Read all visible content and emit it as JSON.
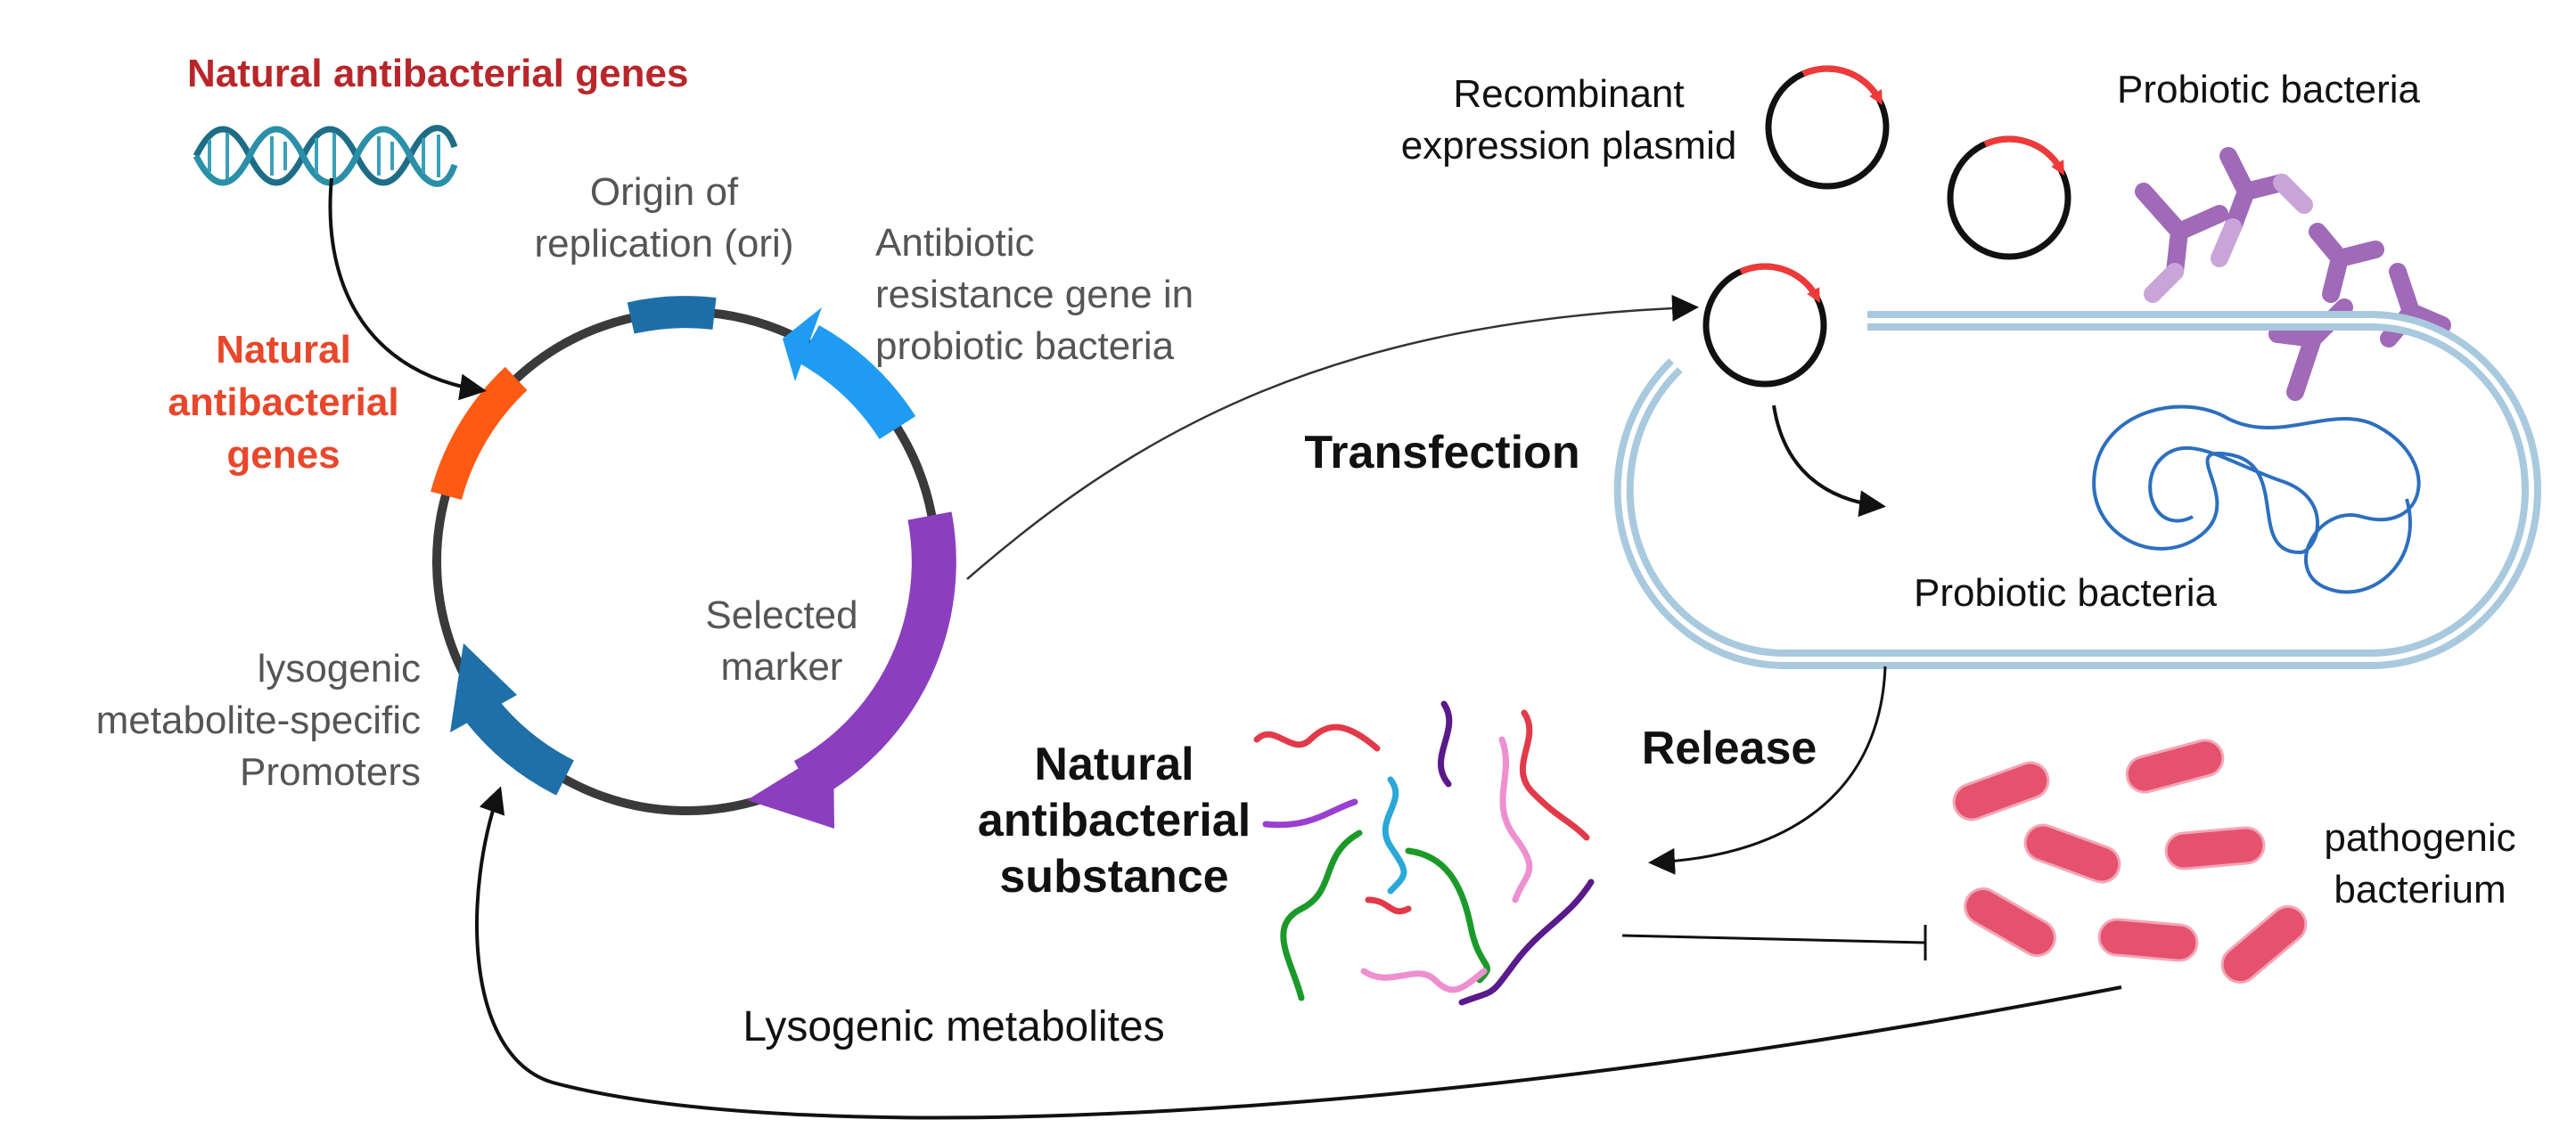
{
  "colors": {
    "dark_red_title": "#b8262a",
    "orange_gene": "#ff5a14",
    "ori_blue": "#1e6fa8",
    "resistance_blue": "#1f9bf2",
    "marker_purple": "#8b3fbf",
    "promoter_blue": "#1f6fa8",
    "plasmid_insert_red": "#f03a3a",
    "cell_membrane": "#a9c9de",
    "nucleoid": "#2d6fbf",
    "probiotic_purple": "#a06ab8",
    "pathogen_pink": "#e5526e"
  },
  "labels": {
    "natural_genes_title": "Natural antibacterial genes",
    "natural_genes_side": [
      "Natural",
      "antibacterial",
      "genes"
    ],
    "origin": [
      "Origin of",
      "replication (ori)"
    ],
    "antibiotic": [
      "Antibiotic",
      "resistance gene in",
      "probiotic bacteria"
    ],
    "selected_marker": [
      "Selected",
      "marker"
    ],
    "promoters": [
      "lysogenic",
      "metabolite-specific",
      "Promoters"
    ],
    "recombinant": [
      "Recombinant",
      "expression plasmid"
    ],
    "probiotic_top": "Probiotic bacteria",
    "transfection": "Transfection",
    "probiotic_cell": "Probiotic bacteria",
    "release": "Release",
    "substance": [
      "Natural",
      "antibacterial",
      "substance"
    ],
    "pathogenic": [
      "pathogenic",
      "bacterium"
    ],
    "lysogenic_metabolites": "Lysogenic metabolites"
  },
  "icons": [
    "dna-helix-icon",
    "plasmid-icon",
    "probiotic-bacteria-icon",
    "bacterial-cell-icon",
    "antibacterial-peptides-icon",
    "pathogenic-bacteria-icon"
  ]
}
